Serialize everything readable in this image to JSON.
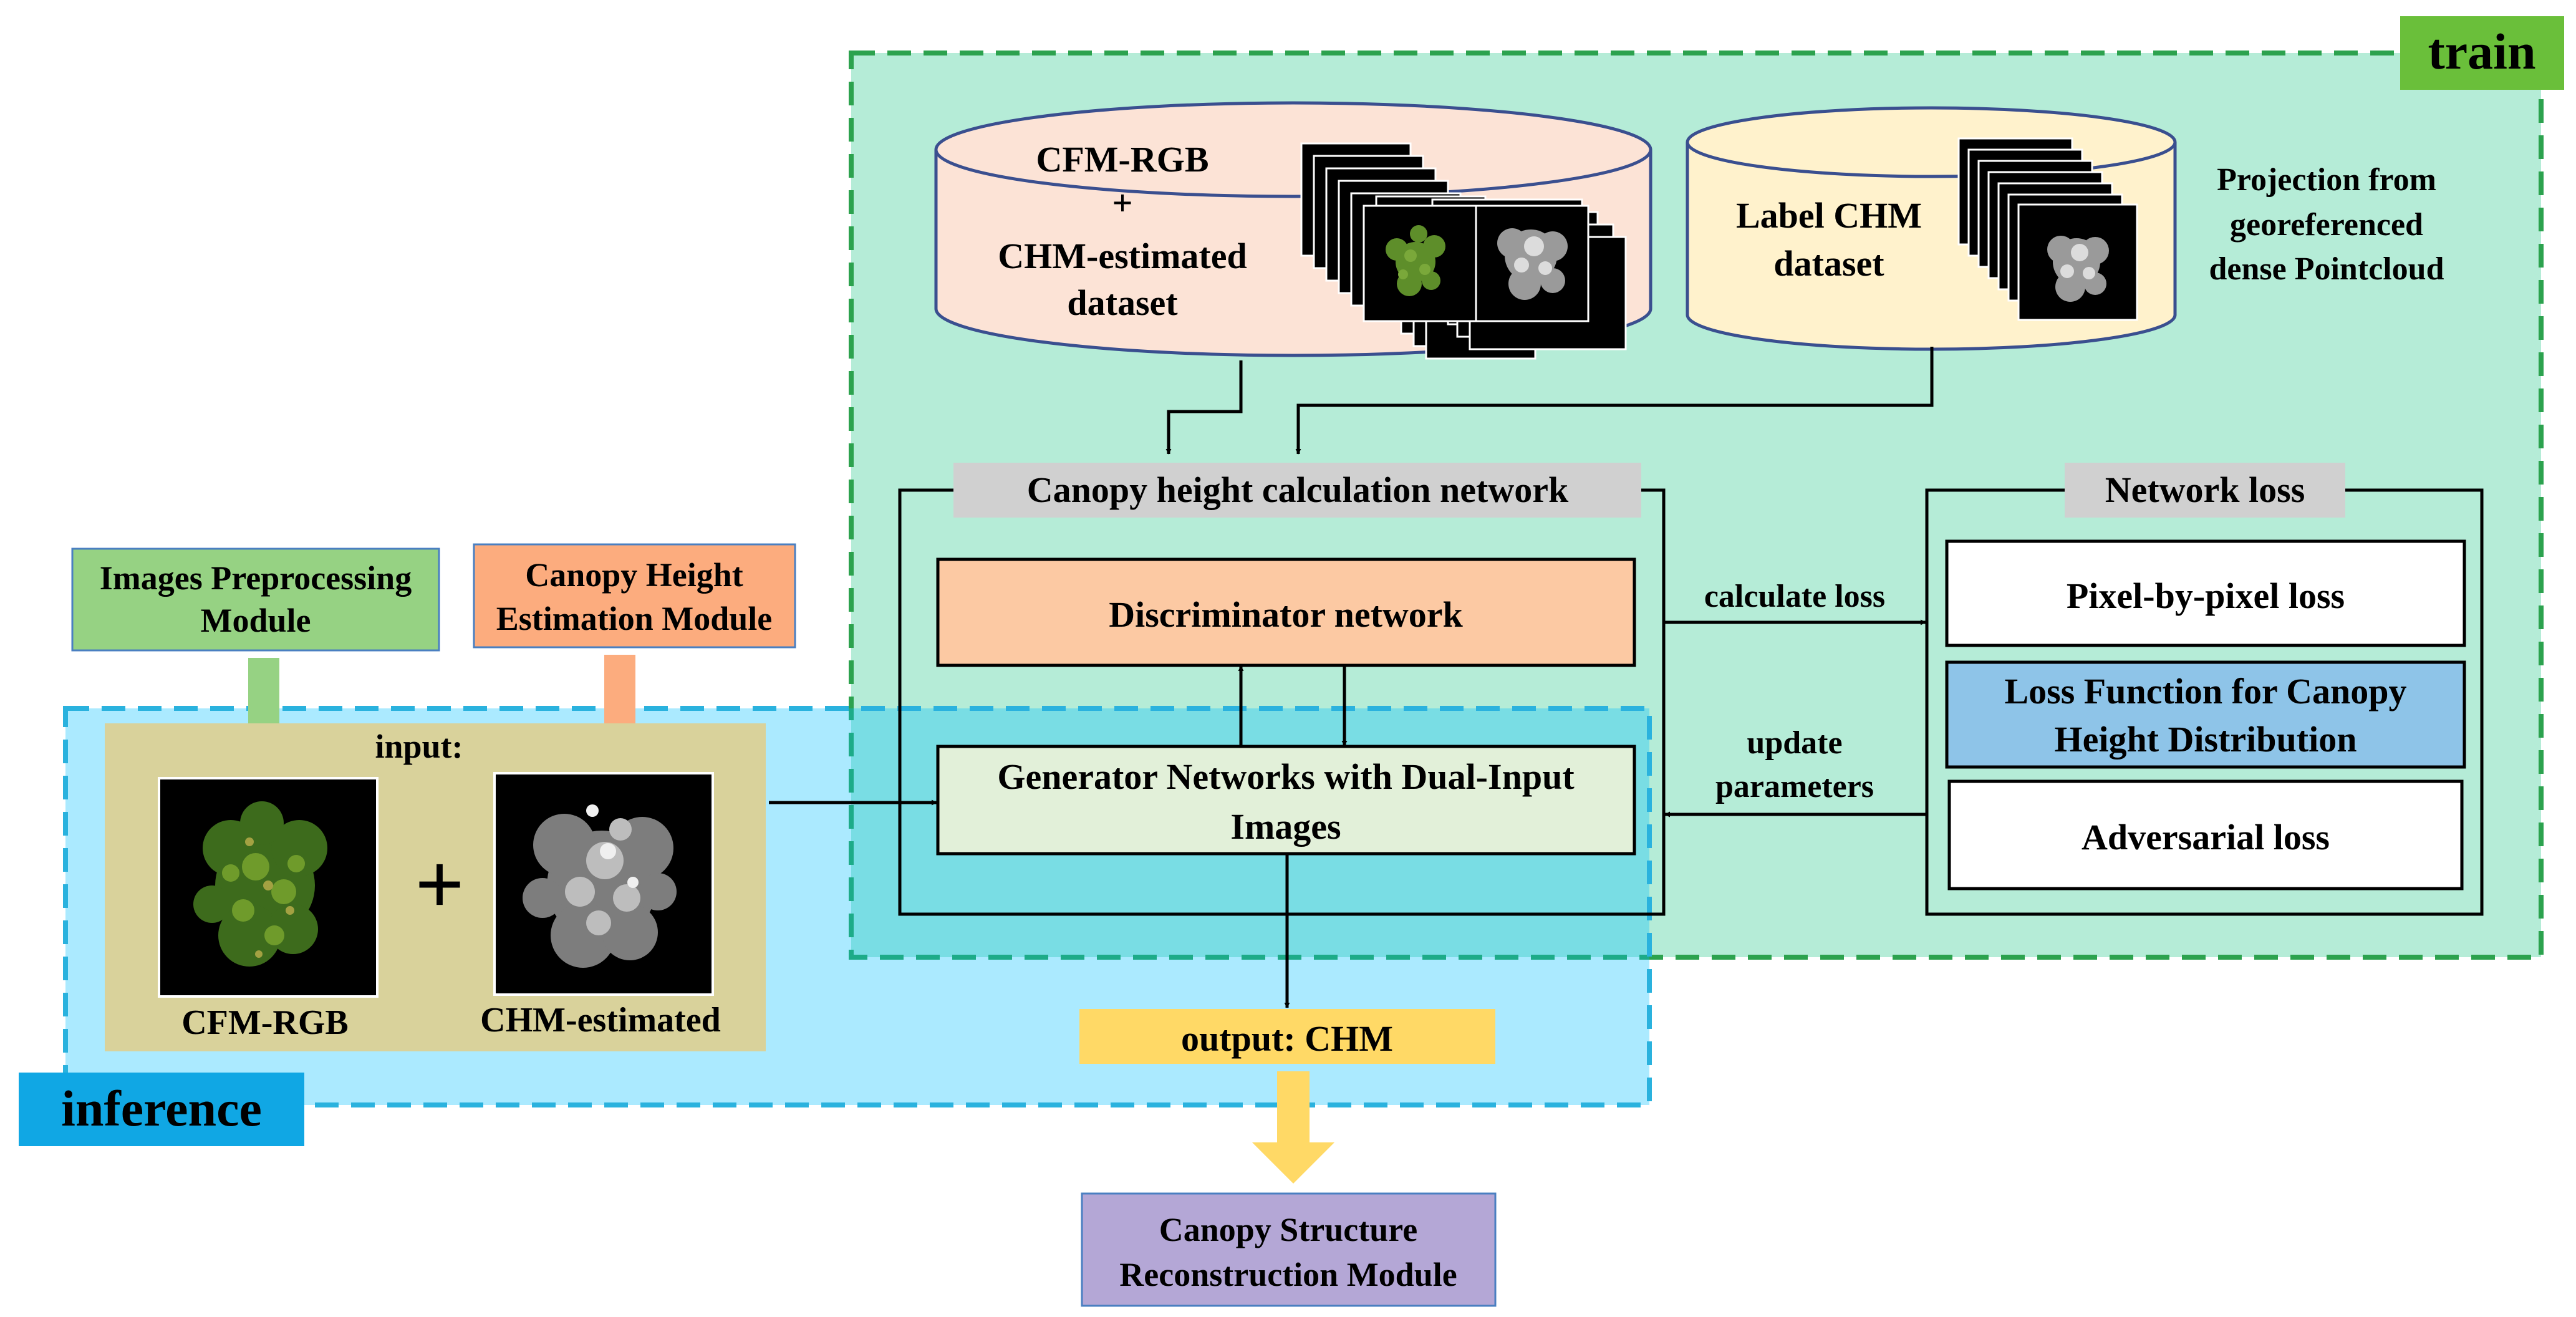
{
  "train": {
    "tag": "train",
    "color": "#2ca24e",
    "tag_color": "#6abf3a"
  },
  "inference": {
    "tag": "inference",
    "color": "#2ab2de",
    "tag_color": "#10a7e4"
  },
  "datasets": {
    "rgb": {
      "line1": "CFM-RGB",
      "line2": "+",
      "line3": "CHM-estimated",
      "line4": "dataset"
    },
    "label": {
      "line1": "Label CHM",
      "line2": "dataset"
    },
    "projection": {
      "line1": "Projection from",
      "line2": "georeferenced",
      "line3": "dense Pointcloud"
    }
  },
  "network": {
    "title": "Canopy height calculation network",
    "discriminator": "Discriminator network",
    "generator_line1": "Generator Networks with Dual-Input",
    "generator_line2": "Images"
  },
  "loss": {
    "title": "Network loss",
    "pixel": "Pixel-by-pixel loss",
    "distribution_line1": "Loss Function for Canopy",
    "distribution_line2": "Height Distribution",
    "adversarial": "Adversarial loss"
  },
  "edges": {
    "calculate": "calculate  loss",
    "update_line1": "update",
    "update_line2": "parameters"
  },
  "modules": {
    "preprocess_line1": "Images Preprocessing",
    "preprocess_line2": "Module",
    "height_line1": "Canopy Height",
    "height_line2": "Estimation Module",
    "reconstruction_line1": "Canopy Structure",
    "reconstruction_line2": "Reconstruction Module"
  },
  "input": {
    "title": "input:",
    "plus": "+",
    "rgb_label": "CFM-RGB",
    "chm_label": "CHM-estimated"
  },
  "output": {
    "label": "output:  CHM"
  }
}
